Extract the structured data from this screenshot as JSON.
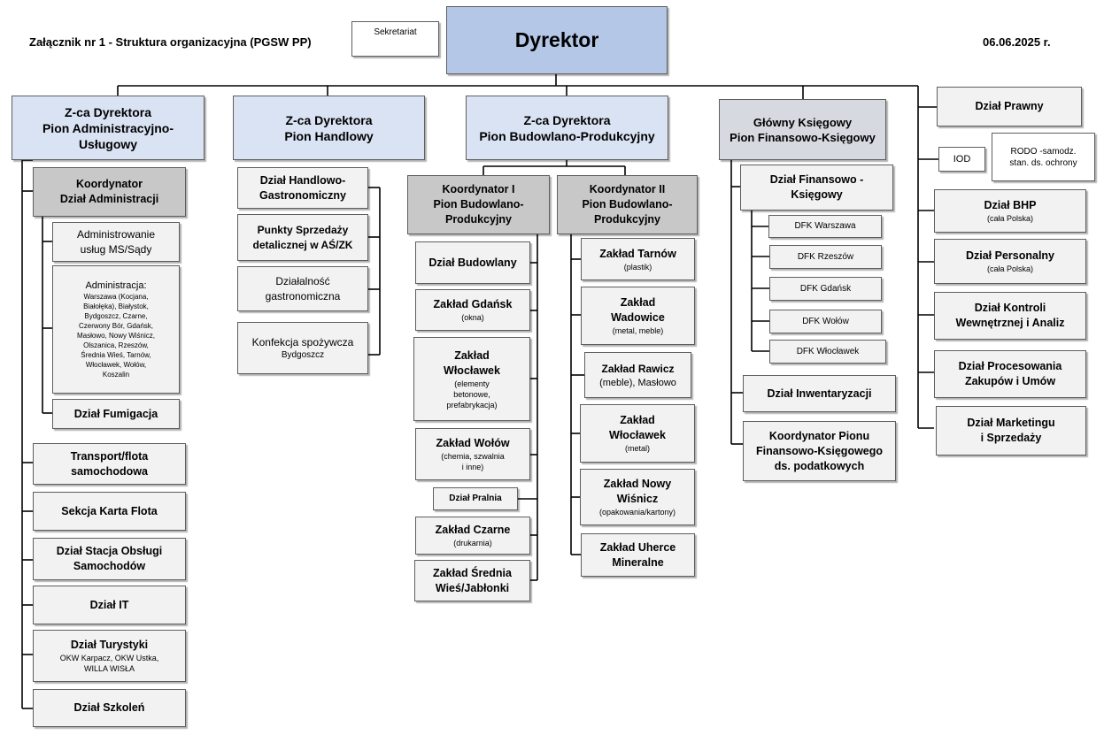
{
  "header": {
    "title": "Załącznik nr 1 - Struktura organizacyjna (PGSW PP)",
    "date": "06.06.2025 r."
  },
  "top": {
    "director": "Dyrektor",
    "secretariat": "Sekretariat"
  },
  "pion_admin": {
    "head": [
      "Z-ca Dyrektora",
      "Pion Administracyjno-",
      "Usługowy"
    ],
    "coordinator": [
      "Koordynator",
      "Dział Administracji"
    ],
    "admin_ms": [
      "Administrowanie",
      "usług MS/Sądy"
    ],
    "admin_list_title": "Administracja:",
    "admin_list": [
      "Warszawa (Kocjana,",
      "Białołęka), Białystok,",
      "Bydgoszcz, Czarne,",
      "Czerwony Bór, Gdańsk,",
      "Masłowo, Nowy Wiśnicz,",
      "Olszanica, Rzeszów,",
      "Średnia Wieś, Tarnów,",
      "Włocławek, Wołów,",
      "Koszalin"
    ],
    "fumigation": "Dział Fumigacja",
    "transport": [
      "Transport/flota",
      "samochodowa"
    ],
    "karta_flota": "Sekcja Karta Flota",
    "service_station": [
      "Dział Stacja Obsługi",
      "Samochodów"
    ],
    "it": "Dział IT",
    "tourism_title": "Dział Turystyki",
    "tourism_sub": [
      "OKW Karpacz, OKW Ustka,",
      "WILLA WISŁA"
    ],
    "training": "Dział Szkoleń"
  },
  "pion_trade": {
    "head": [
      "Z-ca Dyrektora",
      "Pion Handlowy"
    ],
    "trade_dept": [
      "Dział Handlowo-",
      "Gastronomiczny"
    ],
    "points_of_sale": [
      "Punkty Sprzedaży",
      "detalicznej w AŚ/ZK"
    ],
    "gastronomy": [
      "Działalność",
      "gastronomiczna"
    ],
    "food_title": "Konfekcja spożywcza",
    "food_sub": "Bydgoszcz"
  },
  "pion_build": {
    "head": [
      "Z-ca Dyrektora",
      "Pion Budowlano-Produkcyjny"
    ],
    "coord1": [
      "Koordynator I",
      "Pion Budowlano-",
      "Produkcyjny"
    ],
    "coord2": [
      "Koordynator II",
      "Pion Budowlano-",
      "Produkcyjny"
    ],
    "col1": [
      {
        "title": [
          "Dział Budowlany"
        ],
        "sub": []
      },
      {
        "title": [
          "Zakład Gdańsk"
        ],
        "sub": [
          "(okna)"
        ]
      },
      {
        "title": [
          "Zakład",
          "Włocławek"
        ],
        "sub": [
          "(elementy",
          "betonowe,",
          "prefabrykacja)"
        ]
      },
      {
        "title": [
          "Zakład Wołów"
        ],
        "sub": [
          "(chemia, szwalnia",
          "i inne)"
        ]
      },
      {
        "title": [
          "Dział Pralnia"
        ],
        "sub": []
      },
      {
        "title": [
          "Zakład Czarne"
        ],
        "sub": [
          "(drukarnia)"
        ]
      },
      {
        "title": [
          "Zakład Średnia",
          "Wieś/Jabłonki"
        ],
        "sub": []
      }
    ],
    "col2": [
      {
        "title": [
          "Zakład Tarnów"
        ],
        "sub": [
          "(plastik)"
        ]
      },
      {
        "title": [
          "Zakład",
          "Wadowice"
        ],
        "sub": [
          "(metal, meble)"
        ]
      },
      {
        "title": [
          "Zakład Rawicz"
        ],
        "sub": [
          "(meble), Masłowo"
        ]
      },
      {
        "title": [
          "Zakład",
          "Włocławek"
        ],
        "sub": [
          "(metal)"
        ]
      },
      {
        "title": [
          "Zakład Nowy",
          "Wiśnicz"
        ],
        "sub": [
          "(opakowania/kartony)"
        ]
      },
      {
        "title": [
          "Zakład Uherce",
          "Mineralne"
        ],
        "sub": []
      }
    ]
  },
  "pion_finance": {
    "head": [
      "Główny Księgowy",
      "Pion Finansowo-Księgowy"
    ],
    "fin_dept": [
      "Dział Finansowo -",
      "Księgowy"
    ],
    "dfk": [
      "DFK Warszawa",
      "DFK Rzeszów",
      "DFK Gdańsk",
      "DFK Wołów",
      "DFK Włocławek"
    ],
    "inventory": "Dział Inwentaryzacji",
    "tax_coord": [
      "Koordynator Pionu",
      "Finansowo-Księgowego",
      "ds. podatkowych"
    ]
  },
  "right": {
    "legal": "Dział Prawny",
    "iod": "IOD",
    "rodo": [
      "RODO -samodz.",
      "stan. ds. ochrony"
    ],
    "bhp_title": "Dział BHP",
    "bhp_sub": "(cała Polska)",
    "hr_title": "Dział Personalny",
    "hr_sub": "(cała Polska)",
    "audit": [
      "Dział Kontroli",
      "Wewnętrznej i Analiz"
    ],
    "procurement": [
      "Dział Procesowania",
      "Zakupów i Umów"
    ],
    "marketing": [
      "Dział Marketingu",
      "i Sprzedaży"
    ]
  },
  "colors": {
    "line": "#000000",
    "border": "#5e5e5e",
    "blue": "#dae3f3",
    "director": "#b4c7e7",
    "gray": "#c8c8c8"
  }
}
